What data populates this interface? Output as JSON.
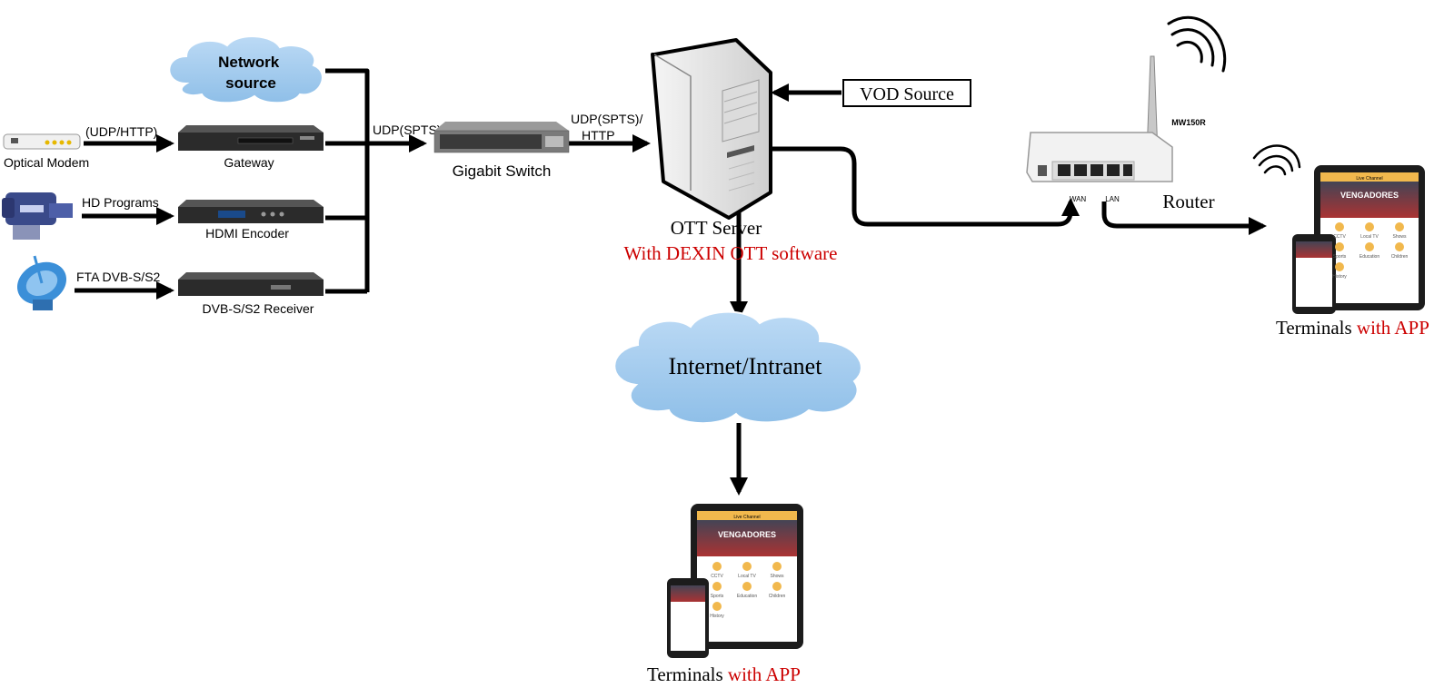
{
  "sources": {
    "network_source": "Network source",
    "optical_modem": "Optical Modem",
    "optical_modem_protocol": "(UDP/HTTP)",
    "gateway": "Gateway",
    "hd_programs": "HD Programs",
    "hdmi_encoder": "HDMI Encoder",
    "fta_dvb": "FTA DVB-S/S2",
    "dvb_receiver": "DVB-S/S2 Receiver"
  },
  "switch": {
    "input_protocol": "UDP(SPTS)",
    "name": "Gigabit Switch",
    "output_protocol_line1": "UDP(SPTS)/",
    "output_protocol_line2": "HTTP"
  },
  "server": {
    "name": "OTT Server",
    "software": "With DEXIN OTT software",
    "vod_source": "VOD Source"
  },
  "network": {
    "name": "Internet/Intranet"
  },
  "router": {
    "name": "Router",
    "model": "MW150R",
    "wan_label": "WAN",
    "lan_label": "LAN"
  },
  "terminals": {
    "prefix": "Terminals ",
    "suffix": "with APP",
    "app_banner": "VENGADORES",
    "app_header": "Live Channel",
    "app_tiles": [
      "CCTV",
      "Local TV",
      "Shows",
      "Sports",
      "Education",
      "Children",
      "History"
    ]
  },
  "colors": {
    "line": "#000000",
    "cloud_fill": "#a9cff0",
    "cloud_stroke": "#ffffff",
    "accent_red": "#cc0000",
    "device_dark": "#2b2b2b",
    "server_fill": "#e6e6e6"
  }
}
